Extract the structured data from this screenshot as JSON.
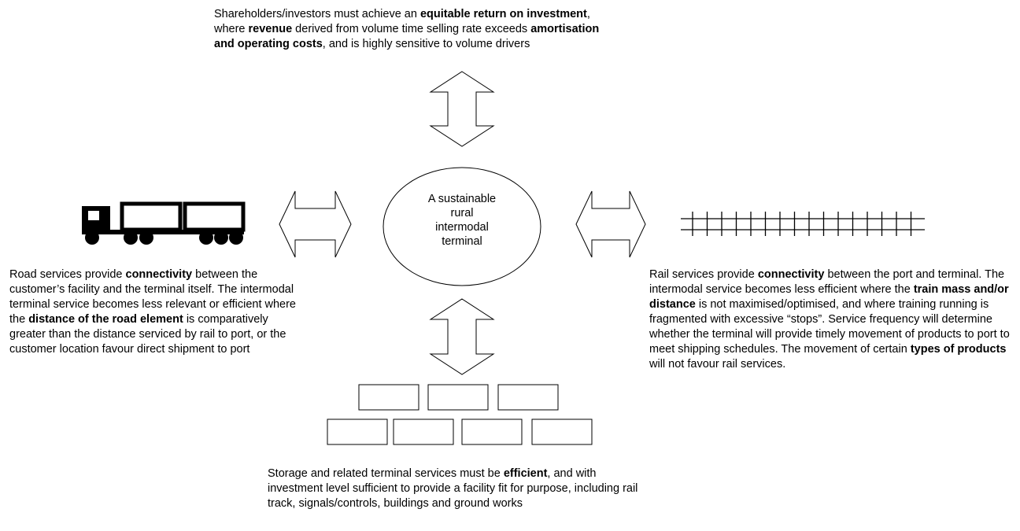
{
  "center": {
    "lines": [
      "A sustainable",
      "rural",
      "intermodal",
      "terminal"
    ]
  },
  "top": {
    "segments": [
      {
        "t": "Shareholders/investors must achieve an ",
        "b": false
      },
      {
        "t": "equitable return on investment",
        "b": true
      },
      {
        "t": ", where ",
        "b": false
      },
      {
        "t": "revenue",
        "b": true
      },
      {
        "t": " derived from volume time selling rate exceeds ",
        "b": false
      },
      {
        "t": "amortisation and operating costs",
        "b": true
      },
      {
        "t": ", and is highly sensitive to volume drivers",
        "b": false
      }
    ]
  },
  "left": {
    "segments": [
      {
        "t": "Road services provide ",
        "b": false
      },
      {
        "t": "connectivity",
        "b": true
      },
      {
        "t": " between the customer’s facility and the terminal itself. The intermodal terminal service becomes less relevant or efficient where the ",
        "b": false
      },
      {
        "t": "distance of the road element",
        "b": true
      },
      {
        "t": " is comparatively greater than the distance serviced by rail to port, or the customer location favour direct shipment to port",
        "b": false
      }
    ]
  },
  "right": {
    "segments": [
      {
        "t": "Rail services provide ",
        "b": false
      },
      {
        "t": "connectivity",
        "b": true
      },
      {
        "t": " between the port and terminal. The intermodal service becomes less efficient where the ",
        "b": false
      },
      {
        "t": "train mass and/or distance",
        "b": true
      },
      {
        "t": " is not maximised/optimised, and where training running is fragmented with excessive “stops”. Service frequency will determine whether the terminal will provide timely movement of products to port to meet shipping schedules. The movement of certain ",
        "b": false
      },
      {
        "t": "types of products",
        "b": true
      },
      {
        "t": " will not favour rail services.",
        "b": false
      }
    ]
  },
  "bottom": {
    "segments": [
      {
        "t": "Storage and related terminal services must be ",
        "b": false
      },
      {
        "t": "efficient",
        "b": true
      },
      {
        "t": ", and with investment level sufficient to provide a facility fit for purpose, including rail track, signals/controls, buildings and ground works",
        "b": false
      }
    ]
  },
  "icons": {
    "truck": "truck-icon",
    "rail": "rail-track-icon",
    "storage": "storage-blocks-icon"
  }
}
